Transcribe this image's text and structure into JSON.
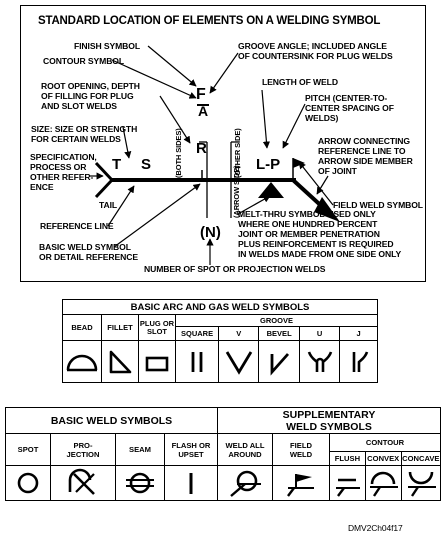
{
  "main": {
    "title": "STANDARD LOCATION OF ELEMENTS ON A WELDING SYMBOL",
    "labels": {
      "finish": "FINISH SYMBOL",
      "contour": "CONTOUR SYMBOL",
      "root1": "ROOT OPENING, DEPTH",
      "root2": "OF FILLING FOR PLUG",
      "root3": "AND SLOT WELDS",
      "size1": "SIZE: SIZE OR STRENGTH",
      "size2": "FOR CERTAIN WELDS",
      "spec1": "SPECIFICATION,",
      "spec2": "PROCESS OR",
      "spec3": "OTHER REFER-",
      "spec4": "ENCE",
      "tail": "TAIL",
      "refline": "REFERENCE LINE",
      "basic1": "BASIC WELD SYMBOL",
      "basic2": "OR DETAIL REFERENCE",
      "groove1": "GROOVE ANGLE; INCLUDED ANGLE",
      "groove2": "OF COUNTERSINK FOR PLUG WELDS",
      "length": "LENGTH OF WELD",
      "pitch1": "PITCH (CENTER-TO-",
      "pitch2": "CENTER SPACING OF",
      "pitch3": "WELDS)",
      "arrow1": "ARROW CONNECTING",
      "arrow2": "REFERENCE LINE TO",
      "arrow3": "ARROW SIDE MEMBER",
      "arrow4": "OF JOINT",
      "field": "FIELD WELD SYMBOL",
      "melt1": "MELT-THRU SYMBOL-USED ONLY",
      "melt2": "WHERE ONE HUNDRED PERCENT",
      "melt3": "JOINT OR MEMBER PENETRATION",
      "melt4": "PLUS REINFORCEMENT IS REQUIRED",
      "melt5": "IN WELDS MADE FROM ONE SIDE ONLY",
      "spot": "NUMBER OF SPOT OR PROJECTION WELDS",
      "both": "(BOTH SIDES)",
      "other": "(OTHER SIDE)",
      "arrowside": "(ARROW SIDE)"
    },
    "letters": {
      "F": "F",
      "A": "A",
      "R": "R",
      "S": "S",
      "T": "T",
      "LP": "L-P",
      "N": "(N)"
    }
  },
  "arc_table": {
    "title": "BASIC ARC AND GAS WELD SYMBOLS",
    "headers": [
      "BEAD",
      "FILLET",
      "PLUG OR SLOT",
      "GROOVE"
    ],
    "groove_headers": [
      "SQUARE",
      "V",
      "BEVEL",
      "U",
      "J"
    ]
  },
  "bottom_table": {
    "basic_title": "BASIC WELD SYMBOLS",
    "supp_title": "SUPPLEMENTARY WELD SYMBOLS",
    "headers": [
      "SPOT",
      "PRO-JECTION",
      "SEAM",
      "FLASH OR UPSET",
      "WELD ALL AROUND",
      "FIELD WELD",
      "CONTOUR"
    ],
    "contour_headers": [
      "FLUSH",
      "CONVEX",
      "CONCAVE"
    ]
  },
  "figure_id": "DMV2Ch04f17"
}
